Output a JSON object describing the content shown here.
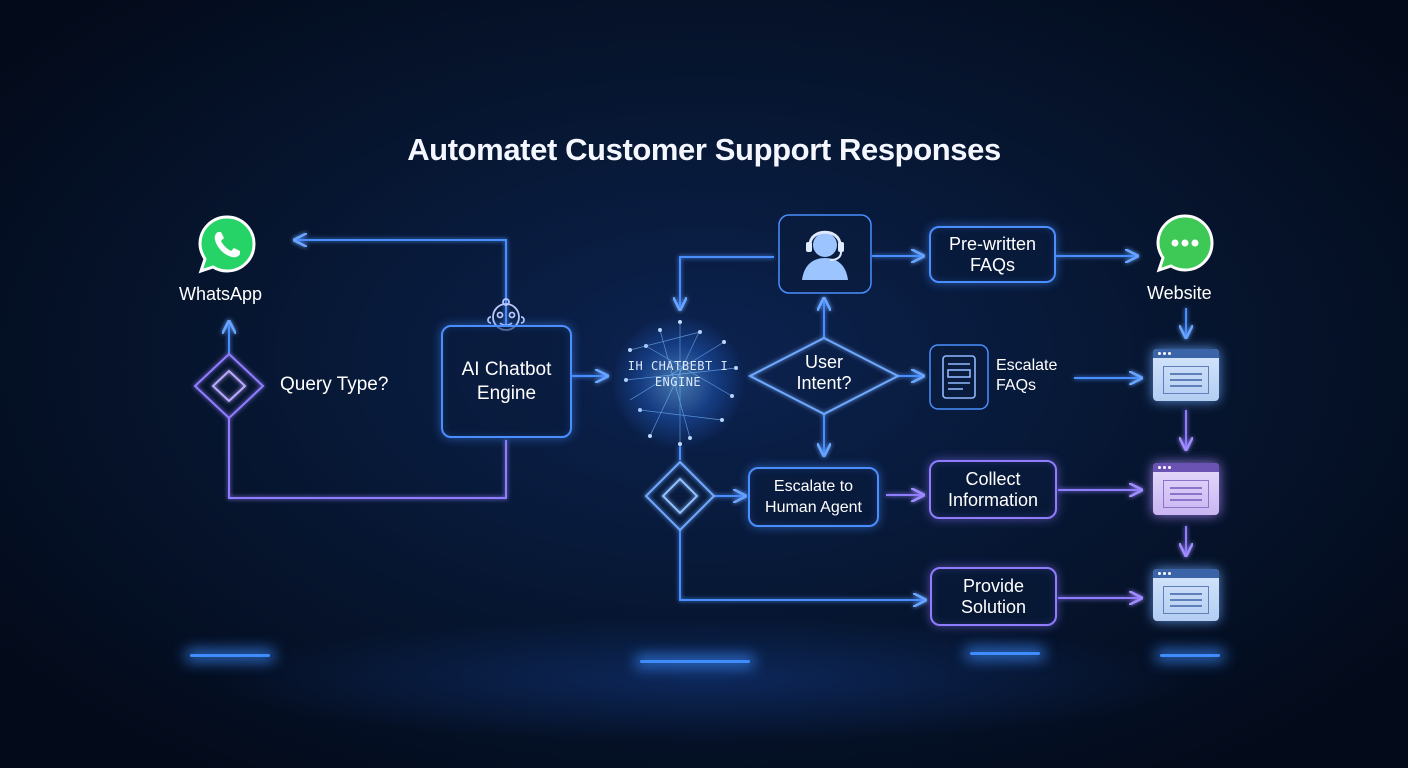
{
  "title": "Automatet Customer Support Responses",
  "whatsapp": {
    "label": "WhatsApp",
    "icon": "whatsapp-icon",
    "color": "#25d366"
  },
  "website": {
    "label": "Website",
    "icon": "chat-bubble-icon",
    "color": "#3ec957"
  },
  "query_type": {
    "label": "Query Type?"
  },
  "chatbot_engine": {
    "label": "AI Chatbot\nEngine",
    "icon": "robot-icon"
  },
  "neural_engine": {
    "label": "IH CHATBEBT I\nENGINE"
  },
  "user_intent": {
    "label": "User\nIntent?"
  },
  "agent": {
    "icon": "headset-agent-icon"
  },
  "prewritten_faqs": {
    "label": "Pre-written\nFAQs"
  },
  "escalate_faqs": {
    "label": "Escalate\nFAQs",
    "icon": "document-icon"
  },
  "escalate_human": {
    "label": "Escalate to\nHuman Agent"
  },
  "collect_info": {
    "label": "Collect\nInformation"
  },
  "provide_solution": {
    "label": "Provide\nSolution"
  },
  "colors": {
    "blue": "#4a8eff",
    "violet": "#8f7cff",
    "background": "#06152f"
  }
}
